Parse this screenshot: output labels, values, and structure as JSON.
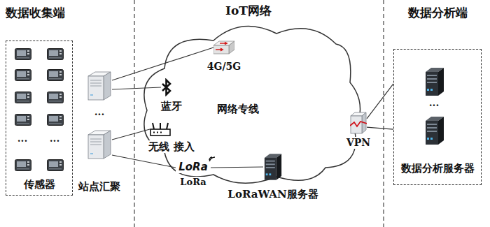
{
  "diagram": {
    "nodes": [
      {
        "text": [
          "传感器"
        ]
      },
      {
        "text": [
          "站点汇聚"
        ]
      },
      {
        "text": [
          "网络专线"
        ]
      },
      {
        "text": [
          "4G/5G"
        ],
        "in": 2
      },
      {
        "text": [
          "蓝牙"
        ],
        "in": 2
      },
      {
        "text": [
          "无线 接入"
        ],
        "in": 2
      },
      {
        "text": [
          "LoRa",
          "LoRa"
        ],
        "in": 2
      },
      {
        "text": [
          "LoRaWAN服务器"
        ],
        "in": 2
      },
      {
        "text": [
          "VPN"
        ],
        "in": 2
      },
      {
        "text": [
          "数据分析服务器"
        ]
      }
    ],
    "edges": [
      {
        "from": 1,
        "to": 3,
        "arrow": "none"
      },
      {
        "from": 1,
        "to": 4,
        "arrow": "none"
      },
      {
        "from": 1,
        "to": 5,
        "arrow": "none"
      },
      {
        "from": 1,
        "to": 6,
        "arrow": "none"
      },
      {
        "from": 6,
        "to": 7,
        "arrow": "none"
      },
      {
        "from": 8,
        "to": 9,
        "arrow": "none"
      }
    ],
    "labels": [
      "数据收集端",
      "IoT网络",
      "数据分析端",
      "...",
      "...",
      "...",
      "..."
    ]
  }
}
